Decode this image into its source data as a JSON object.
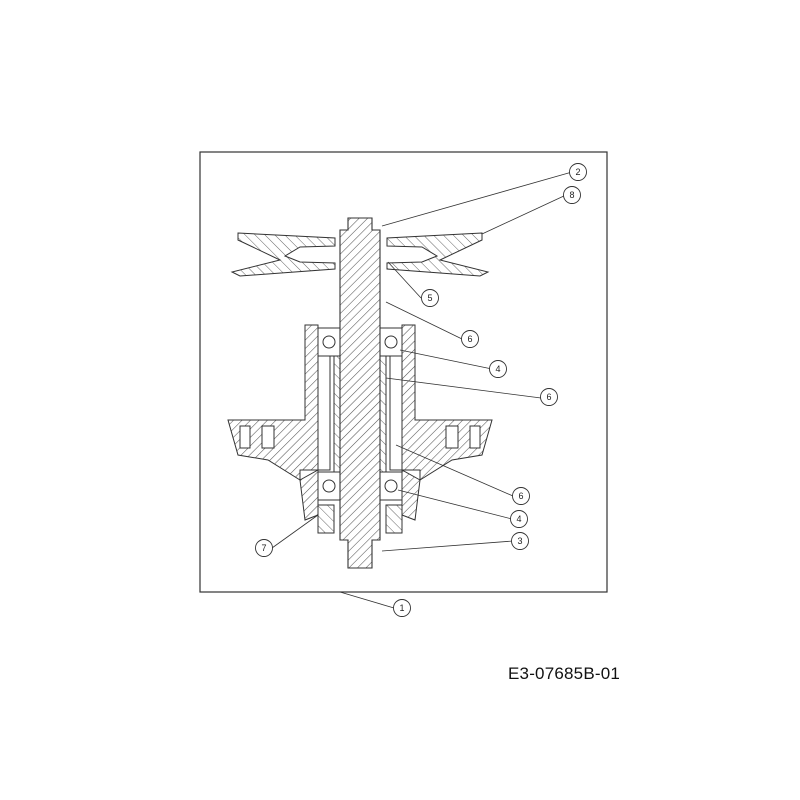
{
  "diagram": {
    "part_code": "E3-07685B-01",
    "accent_color": "#e0c21a",
    "callouts": [
      {
        "id": "c2",
        "label": "2"
      },
      {
        "id": "c8",
        "label": "8"
      },
      {
        "id": "c5",
        "label": "5"
      },
      {
        "id": "c6a",
        "label": "6"
      },
      {
        "id": "c4a",
        "label": "4"
      },
      {
        "id": "c6b",
        "label": "6"
      },
      {
        "id": "c6c",
        "label": "6"
      },
      {
        "id": "c4b",
        "label": "4"
      },
      {
        "id": "c3",
        "label": "3"
      },
      {
        "id": "c7",
        "label": "7"
      },
      {
        "id": "c1",
        "label": "1"
      }
    ]
  }
}
